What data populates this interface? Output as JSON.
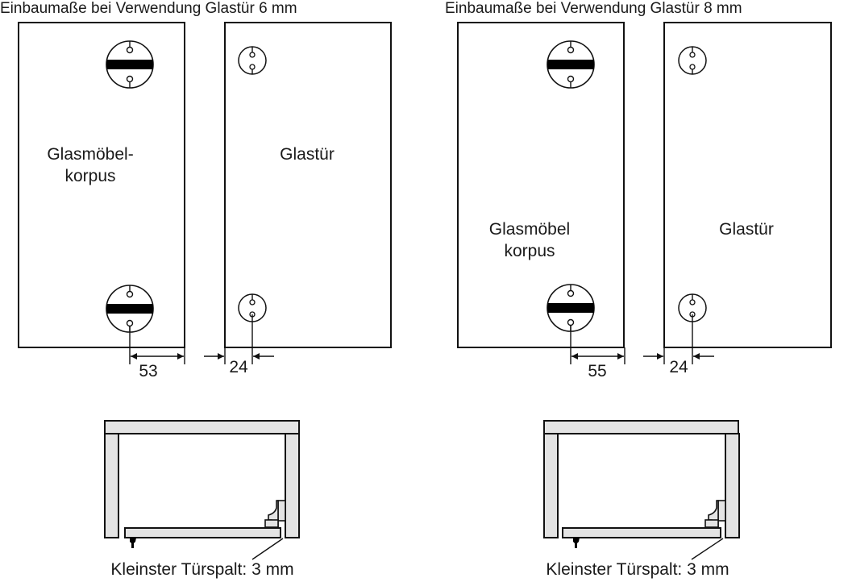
{
  "variants": [
    {
      "title": "Einbaumaße bei Verwendung Glastür 6 mm",
      "corpus_label_line1": "Glasmöbel-",
      "corpus_label_line2": "korpus",
      "door_label": "Glastür",
      "dim_corpus": "53",
      "dim_door": "24",
      "caption": "Kleinster Türspalt: 3 mm"
    },
    {
      "title": "Einbaumaße bei Verwendung Glastür 8 mm",
      "corpus_label_line1": "Glasmöbel",
      "corpus_label_line2": "korpus",
      "door_label": "Glastür",
      "dim_corpus": "55",
      "dim_door": "24",
      "caption": "Kleinster Türspalt: 3 mm"
    }
  ],
  "colors": {
    "line": "#111111",
    "panel_fill": "#e3e3e3",
    "band": "#000000"
  }
}
